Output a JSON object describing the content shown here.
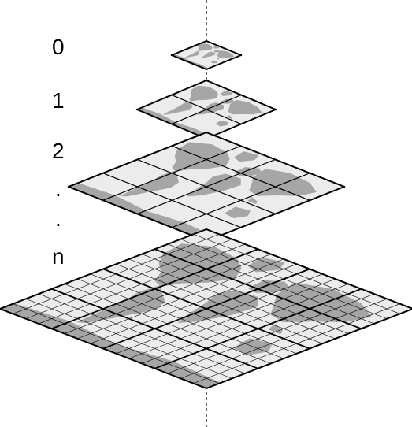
{
  "labels": {
    "level_0": "0",
    "level_1": "1",
    "level_2": "2",
    "ellipsis_1": ".",
    "ellipsis_2": ".",
    "level_n": "n"
  },
  "levels": [
    {
      "zoom": "0",
      "grid": 1
    },
    {
      "zoom": "1",
      "grid": 2
    },
    {
      "zoom": "2",
      "grid": 4
    },
    {
      "zoom": "n",
      "grid": 16
    }
  ],
  "colors": {
    "tile_fill": "#ececec",
    "land": "#a6a6a6",
    "grid_line": "#000000",
    "axis": "#000000",
    "background": "#ffffff"
  }
}
